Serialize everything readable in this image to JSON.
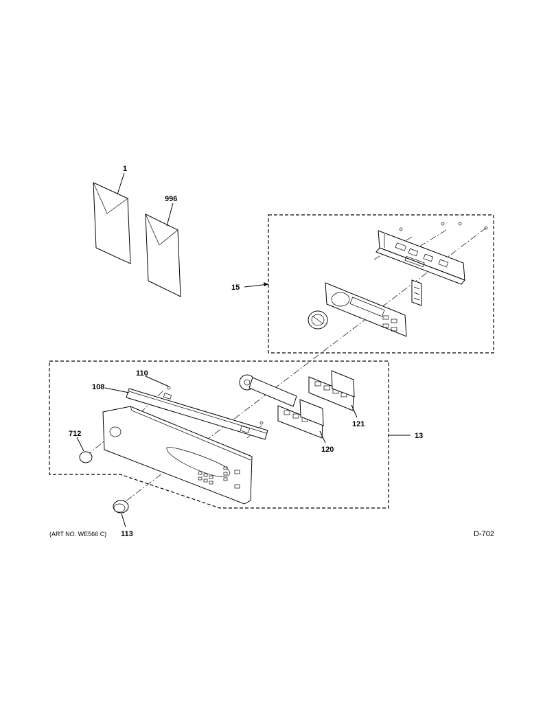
{
  "diagram": {
    "part_labels": {
      "p1": "1",
      "p996": "996",
      "p15": "15",
      "p110": "110",
      "p108": "108",
      "p712": "712",
      "p121": "121",
      "p120": "120",
      "p13": "13",
      "p113": "113"
    },
    "art_number": "(ART NO. WE566 C)",
    "diagram_code": "D-702"
  }
}
